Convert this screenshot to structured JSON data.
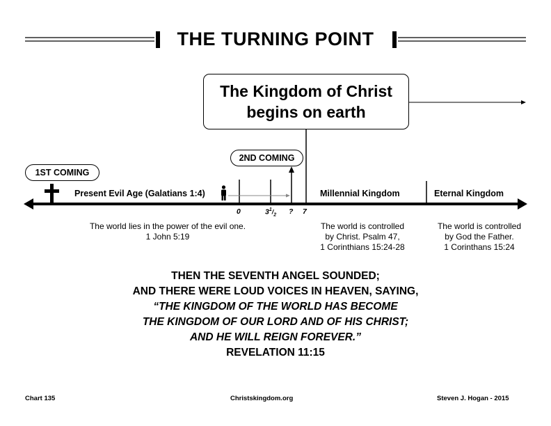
{
  "title": "THE TURNING POINT",
  "kingdom_box": {
    "line1": "The Kingdom of Christ",
    "line2": "begins on earth"
  },
  "first_coming": "1ST COMING",
  "second_coming": "2ND COMING",
  "timeline": {
    "present_age": "Present Evil Age (Galatians 1:4)",
    "millennial": "Millennial Kingdom",
    "eternal": "Eternal Kingdom",
    "tick_0": "0",
    "tick_3": "3",
    "tick_frac_num": "1",
    "tick_frac_den": "2",
    "tick_q": "?",
    "tick_7": "7"
  },
  "descriptions": {
    "present": [
      "The world lies in the power of the evil one.",
      "1 John 5:19"
    ],
    "millennial": [
      "The world is controlled",
      "by Christ. Psalm 47,",
      "1 Corinthians 15:24-28"
    ],
    "eternal": [
      "The world is controlled",
      "by God the Father.",
      "1 Corinthans 15:24"
    ]
  },
  "verse": {
    "line1": "THEN THE SEVENTH ANGEL SOUNDED;",
    "line2": "AND THERE WERE LOUD VOICES IN HEAVEN, SAYING,",
    "line3": "“THE KINGDOM OF THE WORLD HAS BECOME",
    "line4": "THE KINGDOM OF OUR LORD AND OF HIS CHRIST;",
    "line5": "AND HE WILL REIGN FOREVER.”",
    "line6": "REVELATION 11:15"
  },
  "footer": {
    "chart": "Chart 135",
    "site": "Christskingdom.org",
    "author": "Steven J. Hogan - 2015"
  }
}
